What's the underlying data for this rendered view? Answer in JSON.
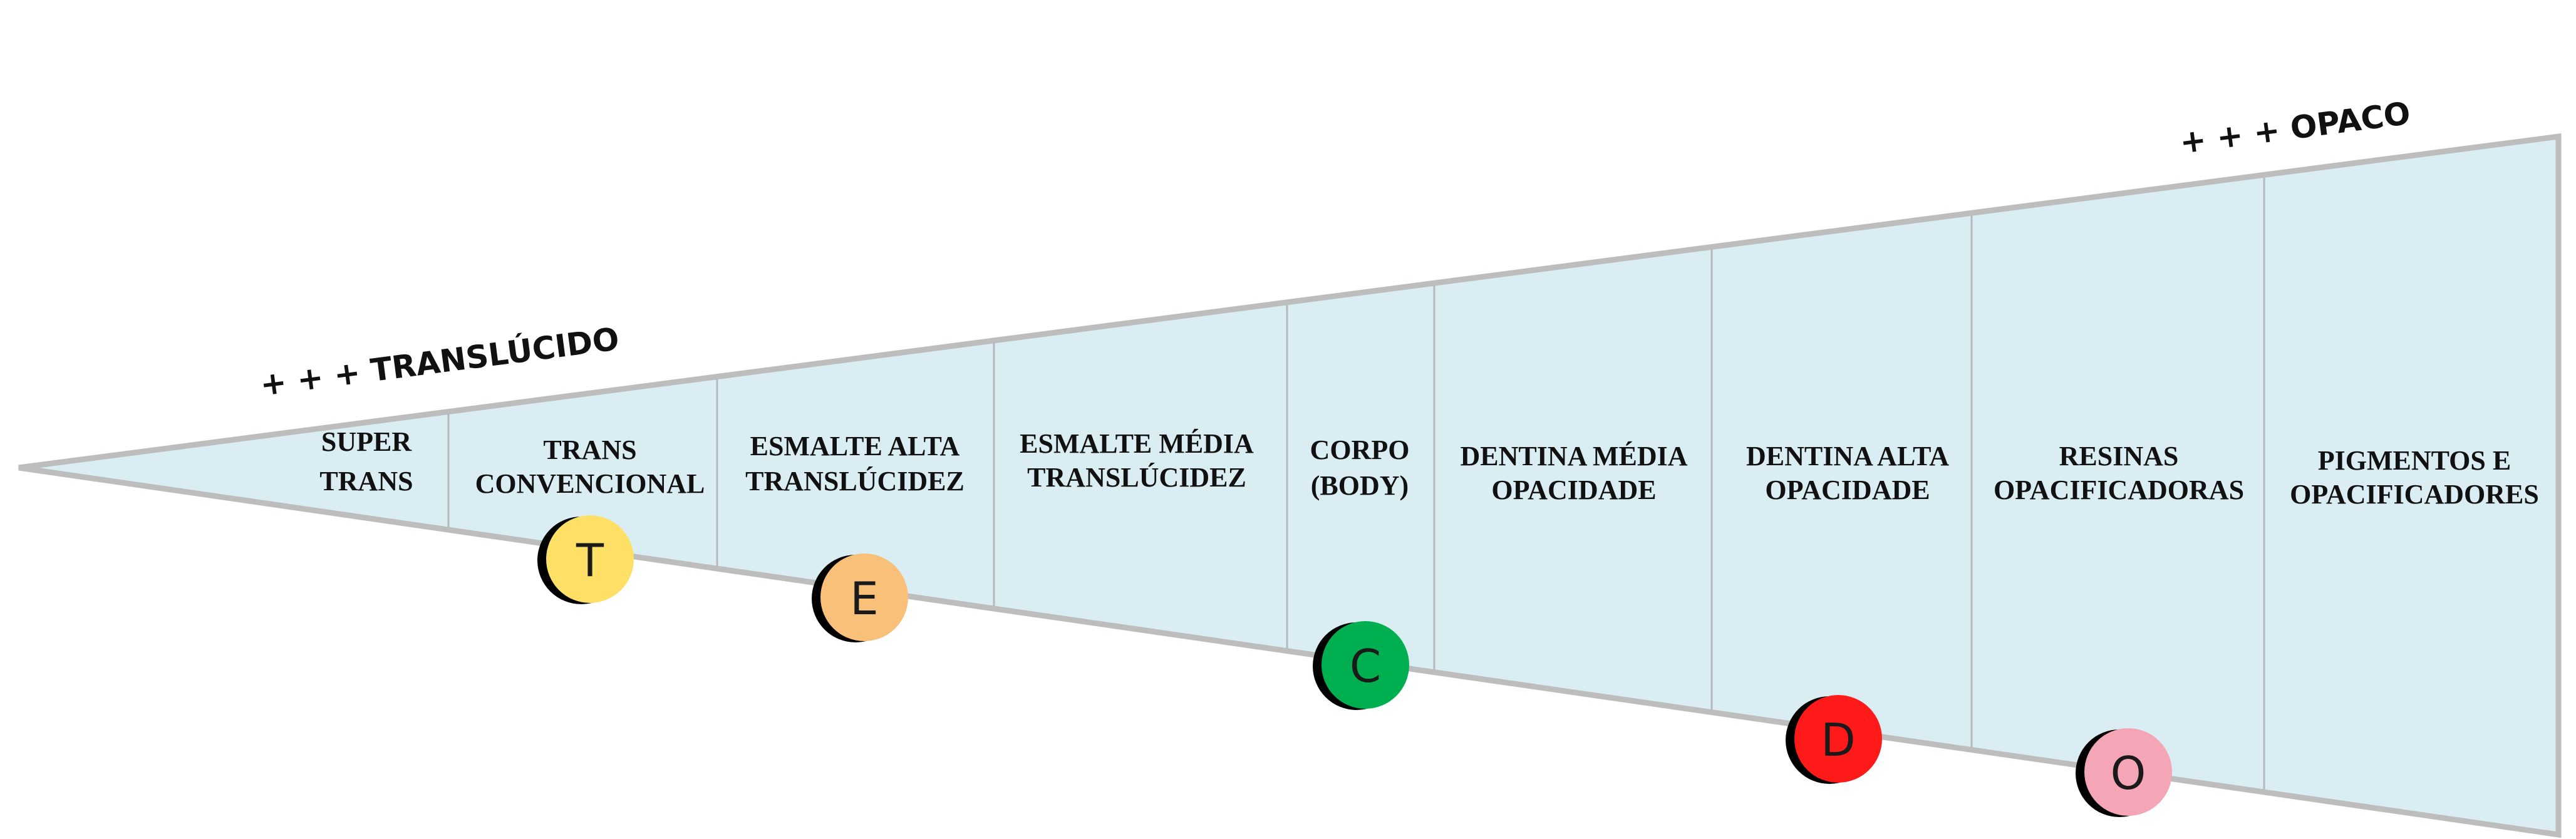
{
  "corner_labels": {
    "left": "+ + + TRANSLÚCIDO",
    "right": "+ + + OPACO"
  },
  "segments": [
    {
      "lines": [
        "SUPER",
        "TRANS"
      ]
    },
    {
      "lines": [
        "TRANS",
        "CONVENCIONAL"
      ]
    },
    {
      "lines": [
        "ESMALTE ALTA",
        "TRANSLÚCIDEZ"
      ]
    },
    {
      "lines": [
        "ESMALTE MÉDIA",
        "TRANSLÚCIDEZ"
      ]
    },
    {
      "lines": [
        "CORPO",
        "(BODY)"
      ]
    },
    {
      "lines": [
        "DENTINA MÉDIA",
        "OPACIDADE"
      ]
    },
    {
      "lines": [
        "DENTINA ALTA",
        "OPACIDADE"
      ]
    },
    {
      "lines": [
        "RESINAS",
        "OPACIFICADORAS"
      ]
    },
    {
      "lines": [
        "PIGMENTOS E",
        "OPACIFICADORES"
      ]
    }
  ],
  "badges": [
    {
      "letter": "T",
      "color": "#ffe066"
    },
    {
      "letter": "E",
      "color": "#f9c07a"
    },
    {
      "letter": "C",
      "color": "#00b050"
    },
    {
      "letter": "D",
      "color": "#ff1a1a"
    },
    {
      "letter": "O",
      "color": "#f4a6b7"
    }
  ],
  "colors": {
    "wedge_fill": "#daedf3",
    "wedge_stroke": "#bdbdbd",
    "divider": "#b3b9bc",
    "badge_shadow": "#000000"
  }
}
